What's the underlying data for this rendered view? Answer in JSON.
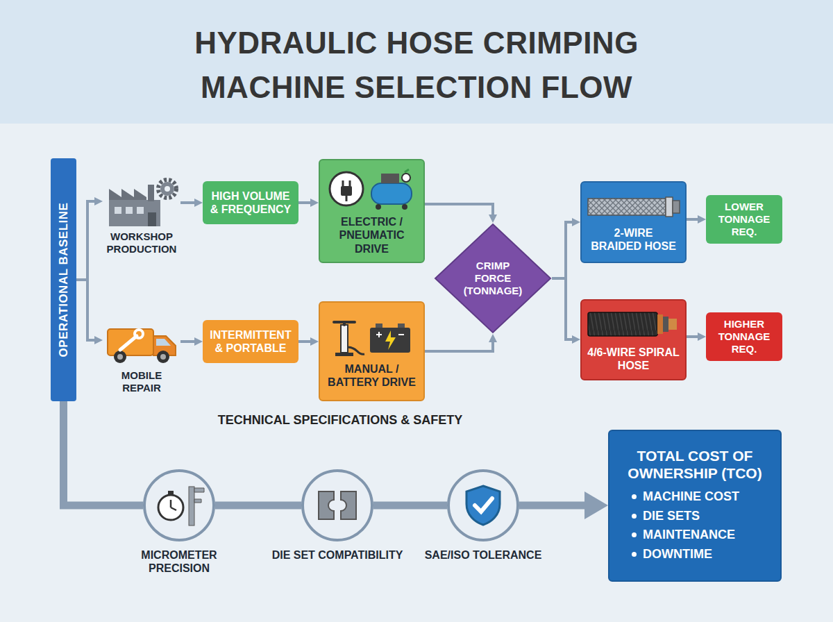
{
  "diagram": {
    "title": "HYDRAULIC HOSE CRIMPING MACHINE SELECTION FLOW",
    "nodes": [
      {
        "text": [
          "OPERATIONAL BASELINE"
        ]
      },
      {
        "text": [
          "WORKSHOP PRODUCTION"
        ]
      },
      {
        "text": [
          "HIGH VOLUME & FREQUENCY"
        ]
      },
      {
        "text": [
          "ELECTRIC / PNEUMATIC DRIVE"
        ]
      },
      {
        "text": [
          "MOBILE REPAIR"
        ]
      },
      {
        "text": [
          "INTERMITTENT & PORTABLE"
        ]
      },
      {
        "text": [
          "MANUAL / BATTERY DRIVE"
        ]
      },
      {
        "text": [
          "CRIMP FORCE (TONNAGE)"
        ]
      },
      {
        "text": [
          "2-WIRE BRAIDED HOSE"
        ]
      },
      {
        "text": [
          "LOWER TONNAGE REQ."
        ]
      },
      {
        "text": [
          "4/6-WIRE SPIRAL HOSE"
        ]
      },
      {
        "text": [
          "HIGHER TONNAGE REQ."
        ]
      },
      {
        "text": [
          "MICROMETER PRECISION"
        ]
      },
      {
        "text": [
          "DIE SET COMPATIBILITY"
        ]
      },
      {
        "text": [
          "SAE/ISO TOLERANCE"
        ]
      },
      {
        "text": [
          "TOTAL COST OF OWNERSHIP (TCO)",
          "MACHINE COST",
          "DIE SETS",
          "MAINTENANCE",
          "DOWNTIME"
        ]
      }
    ],
    "edges": [
      {
        "from": 0,
        "to": 1,
        "arrow": "to"
      },
      {
        "from": 0,
        "to": 4,
        "arrow": "to"
      },
      {
        "from": 1,
        "to": 2,
        "arrow": "to"
      },
      {
        "from": 2,
        "to": 3,
        "arrow": "to"
      },
      {
        "from": 4,
        "to": 5,
        "arrow": "to"
      },
      {
        "from": 5,
        "to": 6,
        "arrow": "to"
      },
      {
        "from": 3,
        "to": 7,
        "arrow": "to"
      },
      {
        "from": 6,
        "to": 7,
        "arrow": "to"
      },
      {
        "from": 7,
        "to": 8,
        "arrow": "to"
      },
      {
        "from": 7,
        "to": 10,
        "arrow": "to"
      },
      {
        "from": 8,
        "to": 9,
        "arrow": "to"
      },
      {
        "from": 10,
        "to": 11,
        "arrow": "to"
      },
      {
        "from": 0,
        "to": 12,
        "arrow": "none"
      },
      {
        "from": 12,
        "to": 13,
        "arrow": "none"
      },
      {
        "from": 13,
        "to": 14,
        "arrow": "none"
      },
      {
        "from": 14,
        "to": 15,
        "arrow": "to"
      }
    ],
    "labels": [
      "TECHNICAL SPECIFICATIONS & SAFETY"
    ]
  }
}
